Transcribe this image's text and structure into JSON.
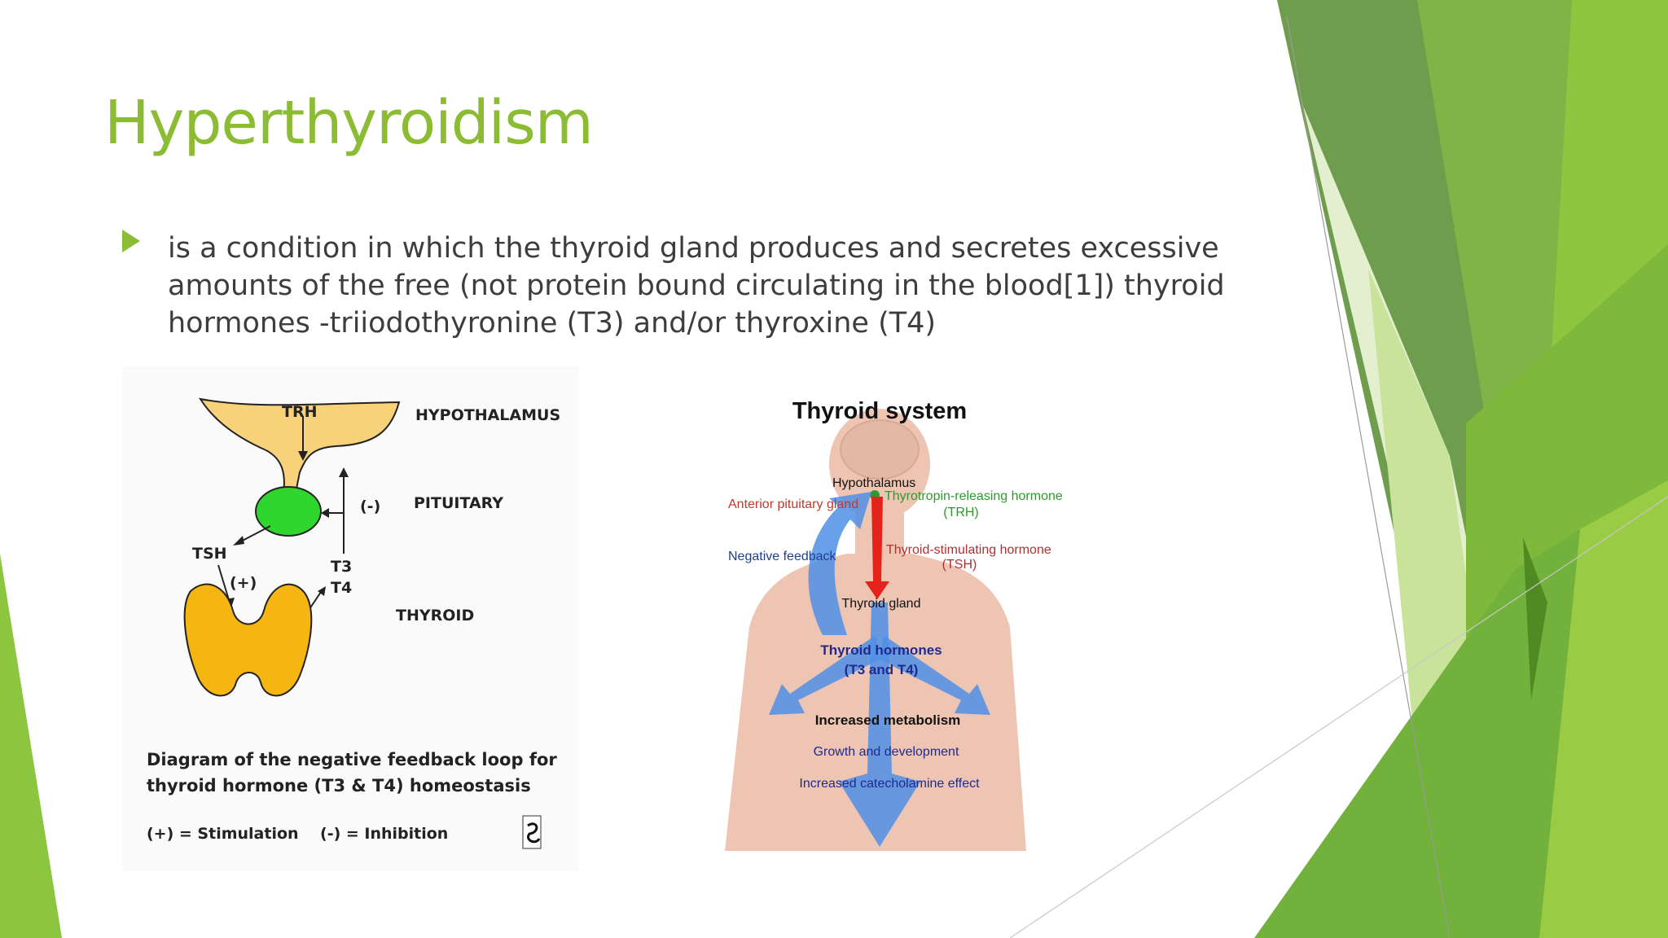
{
  "slide": {
    "title": "Hyperthyroidism",
    "bullet_lines": [
      "is a condition in which the thyroid gland produces and secretes excessive",
      "amounts of the free (not protein bound circulating in the blood[1]) thyroid",
      "hormones -triiodothyronine (T3) and/or thyroxine (T4)"
    ]
  },
  "left_diagram": {
    "trh": "TRH",
    "hypothalamus": "HYPOTHALAMUS",
    "pituitary": "PITUITARY",
    "minus": "(-)",
    "plus": "(+)",
    "tsh": "TSH",
    "t3": "T3",
    "t4": "T4",
    "thyroid": "THYROID",
    "caption_line1": "Diagram of the negative feedback loop for",
    "caption_line2": "thyroid hormone (T3 & T4) homeostasis",
    "legend": "(+) = Stimulation    (-) = Inhibition"
  },
  "right_diagram": {
    "title": "Thyroid system",
    "hypothalamus": "Hypothalamus",
    "anterior_pituitary": "Anterior pituitary gland",
    "trh_line1": "Thyrotropin-releasing hormone",
    "trh_line2": "(TRH)",
    "negative_feedback": "Negative feedback",
    "tsh_line1": "Thyroid-stimulating hormone",
    "tsh_line2": "(TSH)",
    "thyroid_gland": "Thyroid gland",
    "hormones_line1": "Thyroid hormones",
    "hormones_line2": "(T3 and T4)",
    "effect1": "Increased metabolism",
    "effect2": "Growth and development",
    "effect3": "Increased catecholamine effect"
  },
  "colors": {
    "title": "#8cbb34",
    "bullet": "#8cbb34",
    "body_text": "#3d3d3d",
    "hypothalamus_fill": "#f8d27a",
    "pituitary_fill": "#2ed62e",
    "thyroid_fill": "#f5b612",
    "trh_green": "#2e9a2e",
    "anterior_red": "#c0392b",
    "feedback_blue": "#1f3f8f",
    "tsh_red": "#b03030"
  }
}
